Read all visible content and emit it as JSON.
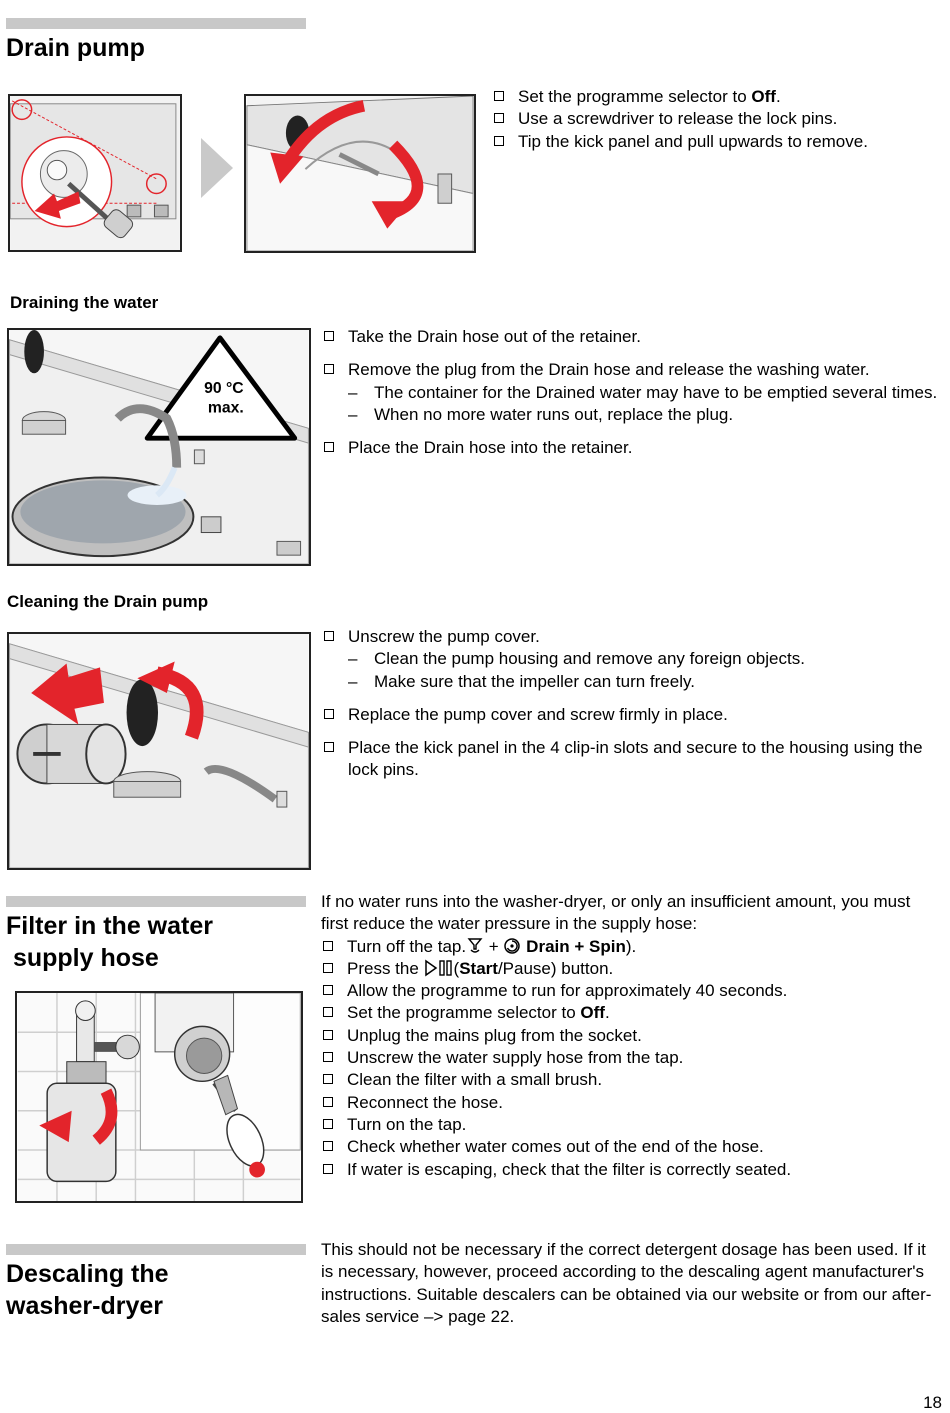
{
  "page_number": "18",
  "sections": {
    "drain_pump": {
      "title": "Drain pump",
      "steps": [
        {
          "pre": "Set the programme selector to ",
          "bold": "Off",
          "post": "."
        },
        {
          "text": "Use a screwdriver to release the lock pins."
        },
        {
          "text": "Tip the kick panel and pull upwards to remove."
        }
      ]
    },
    "draining": {
      "title": "Draining the water",
      "sign_line1": "90 °C",
      "sign_line2": "max.",
      "steps": [
        "Take the Drain hose out of the retainer.",
        "Remove the plug from the Drain hose and release the washing water."
      ],
      "sub_steps": [
        "The container for the Drained water may have to be emptied several times.",
        "When no more water runs out, replace the plug."
      ],
      "last_step": "Place the Drain hose into the retainer."
    },
    "cleaning": {
      "title": "Cleaning the Drain pump",
      "step1": "Unscrew the pump cover.",
      "sub_steps": [
        "Clean the pump housing and remove any foreign objects.",
        "Make sure that the impeller can turn freely."
      ],
      "step2": "Replace the pump cover and screw firmly in place.",
      "step3": "Place the kick panel in the 4 clip-in slots and secure to the housing using the lock pins."
    },
    "filter": {
      "title_line1": "Filter in the water",
      "title_line2": " supply hose",
      "intro": "If no water runs into the washer-dryer, or only an insufficient amount, you must first reduce the water pressure in the supply hose:",
      "tap_step_pre": "Turn off the tap.",
      "tap_step_plus": " + ",
      "tap_step_bold": " Drain + Spin",
      "tap_step_post": ").",
      "press_pre": "Press the ",
      "press_paren": "(",
      "press_bold": "Start",
      "press_post": "/Pause) button.",
      "steps_a": [
        "Allow the programme to run for approximately 40 seconds."
      ],
      "selector_pre": "Set the programme selector to ",
      "selector_bold": "Off",
      "selector_post": ".",
      "steps_b": [
        "Unplug the mains plug from the socket.",
        "Unscrew the water supply hose from the tap.",
        "Clean the filter with a small brush.",
        "Reconnect the hose.",
        "Turn on the tap.",
        "Check whether water comes out of the end of the hose.",
        "If water is escaping, check that the filter is correctly seated."
      ]
    },
    "descaling": {
      "title_line1": "Descaling the",
      "title_line2": "washer-dryer",
      "text": "This should not be necessary if the correct detergent dosage has been used. If it is necessary, however, proceed according to the descaling agent manufacturer's instructions. Suitable descalers can be obtained via our website or from our after-sales service –> page 22."
    }
  },
  "colors": {
    "accent_red": "#e3242b",
    "header_bar": "#c8c8c8",
    "illustration_gray": "#d9d9d9"
  }
}
